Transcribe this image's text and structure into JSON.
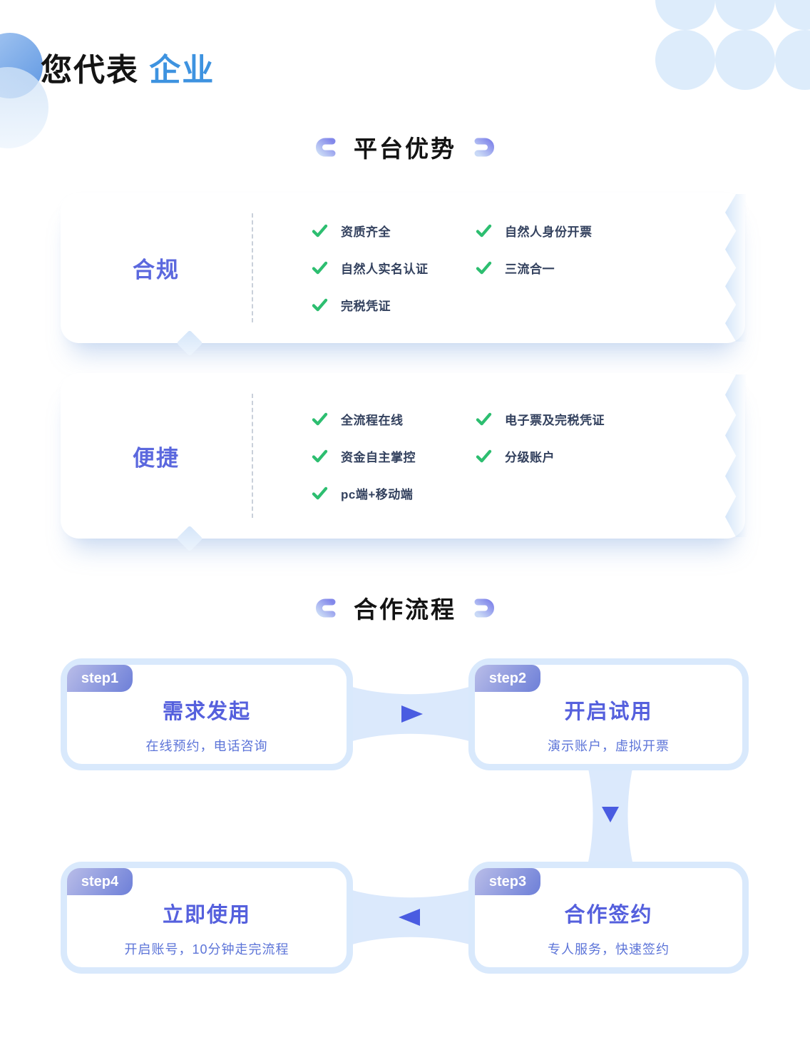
{
  "header": {
    "title_prefix": "您代表",
    "title_highlight": "企业"
  },
  "advantages_section": {
    "title": "平台优势",
    "cards": [
      {
        "label": "合规",
        "items_col1": [
          "资质齐全",
          "自然人实名认证",
          "完税凭证"
        ],
        "items_col2": [
          "自然人身份开票",
          "三流合一"
        ]
      },
      {
        "label": "便捷",
        "items_col1": [
          "全流程在线",
          "资金自主掌控",
          "pc端+移动端"
        ],
        "items_col2": [
          "电子票及完税凭证",
          "分级账户"
        ]
      }
    ]
  },
  "process_section": {
    "title": "合作流程",
    "steps": [
      {
        "badge": "step1",
        "title": "需求发起",
        "subtitle": "在线预约，电话咨询"
      },
      {
        "badge": "step2",
        "title": "开启试用",
        "subtitle": "演示账户，虚拟开票"
      },
      {
        "badge": "step3",
        "title": "合作签约",
        "subtitle": "专人服务，快速签约"
      },
      {
        "badge": "step4",
        "title": "立即使用",
        "subtitle": "开启账号，10分钟走完流程"
      }
    ]
  },
  "colors": {
    "highlight_blue": "#3e93e0",
    "heading_purple": "#5b68de",
    "check_green": "#2dbe70",
    "connector_blue": "#dbe9fc",
    "arrow_indigo": "#4a5ce1",
    "decor_light_blue": "#ddecfb"
  }
}
